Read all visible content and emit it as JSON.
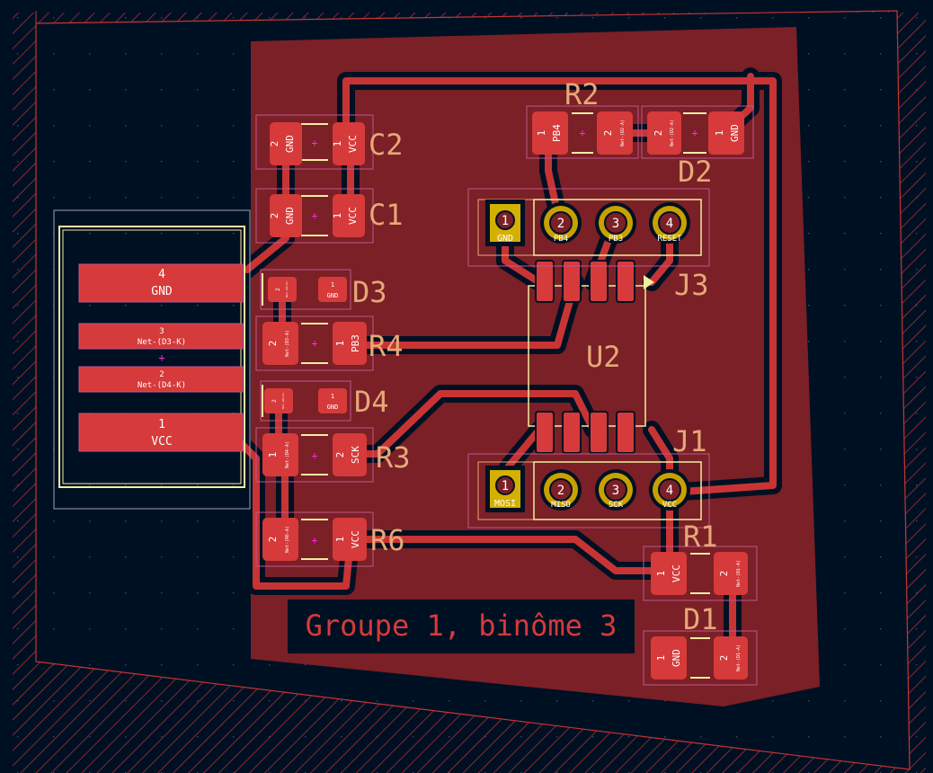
{
  "colors": {
    "background": "#001023",
    "copper_fill": "#7a2026",
    "copper_track": "#c83434",
    "pad": "#d63a3a",
    "outline_hatch": "#c83434",
    "silk": "#f2eda1",
    "fab": "#ff26e2",
    "ref_text": "#e6a878",
    "courtyard": "#c0568f",
    "via_ring": "#c8a100",
    "title_bg": "#001023",
    "title_text": "#d63a3a"
  },
  "title": "Groupe 1, binôme 3",
  "refs": {
    "c2": "C2",
    "c1": "C1",
    "r2": "R2",
    "d2": "D2",
    "d3": "D3",
    "r4": "R4",
    "d4": "D4",
    "r3": "R3",
    "r6": "R6",
    "r1": "R1",
    "d1": "D1",
    "j3": "J3",
    "j1": "J1",
    "u2": "U2"
  },
  "connector": {
    "pins": [
      {
        "num": "4",
        "net": "GND"
      },
      {
        "num": "3",
        "net": "Net-(D3-K)"
      },
      {
        "num": "2",
        "net": "Net-(D4-K)"
      },
      {
        "num": "1",
        "net": "VCC"
      }
    ]
  },
  "smd": {
    "c2_1": {
      "num": "1",
      "net": "VCC"
    },
    "c2_2": {
      "num": "2",
      "net": "GND"
    },
    "c1_1": {
      "num": "1",
      "net": "VCC"
    },
    "c1_2": {
      "num": "2",
      "net": "GND"
    },
    "r2_1": {
      "num": "1",
      "net": "PB4"
    },
    "r2_2": {
      "num": "2",
      "net": "Net-(D2-A)"
    },
    "d2_2": {
      "num": "2",
      "net": "Net-(D2-A)"
    },
    "d2_1": {
      "num": "1",
      "net": "GND"
    },
    "d3_a": {
      "num": "2",
      "net": "Net-(D3-A)"
    },
    "d3_k": {
      "num": "1",
      "net": "GND"
    },
    "r4_2": {
      "num": "2",
      "net": "Net-(D3-A)"
    },
    "r4_1": {
      "num": "1",
      "net": "PB3"
    },
    "d4_a": {
      "num": "2",
      "net": "Net-(D4-A)"
    },
    "d4_k": {
      "num": "1",
      "net": "GND"
    },
    "r3_1": {
      "num": "1",
      "net": "Net-(D4-A)"
    },
    "r3_2": {
      "num": "2",
      "net": "SCK"
    },
    "r6_2": {
      "num": "2",
      "net": "Net-(R6-A)"
    },
    "r6_1": {
      "num": "1",
      "net": "VCC"
    },
    "r1_1": {
      "num": "1",
      "net": "VCC"
    },
    "r1_2": {
      "num": "2",
      "net": "Net-(D1-A)"
    },
    "d1_1": {
      "num": "1",
      "net": "GND"
    },
    "d1_2": {
      "num": "2",
      "net": "Net-(D1-A)"
    }
  },
  "j3_pins": [
    {
      "num": "1",
      "net": "GND"
    },
    {
      "num": "2",
      "net": "PB4"
    },
    {
      "num": "3",
      "net": "PB3"
    },
    {
      "num": "4",
      "net": "RESET"
    }
  ],
  "j1_pins": [
    {
      "num": "1",
      "net": "MOSI"
    },
    {
      "num": "2",
      "net": "MISO"
    },
    {
      "num": "3",
      "net": "SCK"
    },
    {
      "num": "4",
      "net": "VCC"
    }
  ]
}
